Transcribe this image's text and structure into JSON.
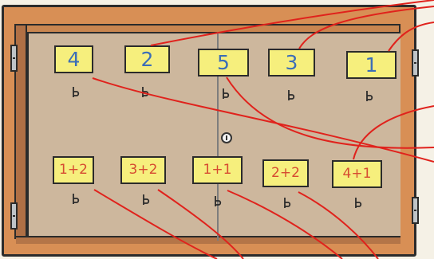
{
  "top_row": {
    "cards": [
      {
        "label": "4"
      },
      {
        "label": "2"
      },
      {
        "label": "5"
      },
      {
        "label": "3"
      },
      {
        "label": "1"
      }
    ]
  },
  "bottom_row": {
    "cards": [
      {
        "label": "1+2"
      },
      {
        "label": "3+2"
      },
      {
        "label": "1+1"
      },
      {
        "label": "2+2"
      },
      {
        "label": "4+1"
      }
    ]
  },
  "colors": {
    "cabinet": "#d88f55",
    "back_panel": "#cdb79d",
    "card": "#f6ef7d",
    "top_number": "#3c6eb7",
    "bottom_expression": "#d64b31",
    "line": "#e0221c"
  },
  "icons": {
    "hook": "hook-icon",
    "lock": "lock-icon",
    "hinge": "hinge-icon"
  }
}
